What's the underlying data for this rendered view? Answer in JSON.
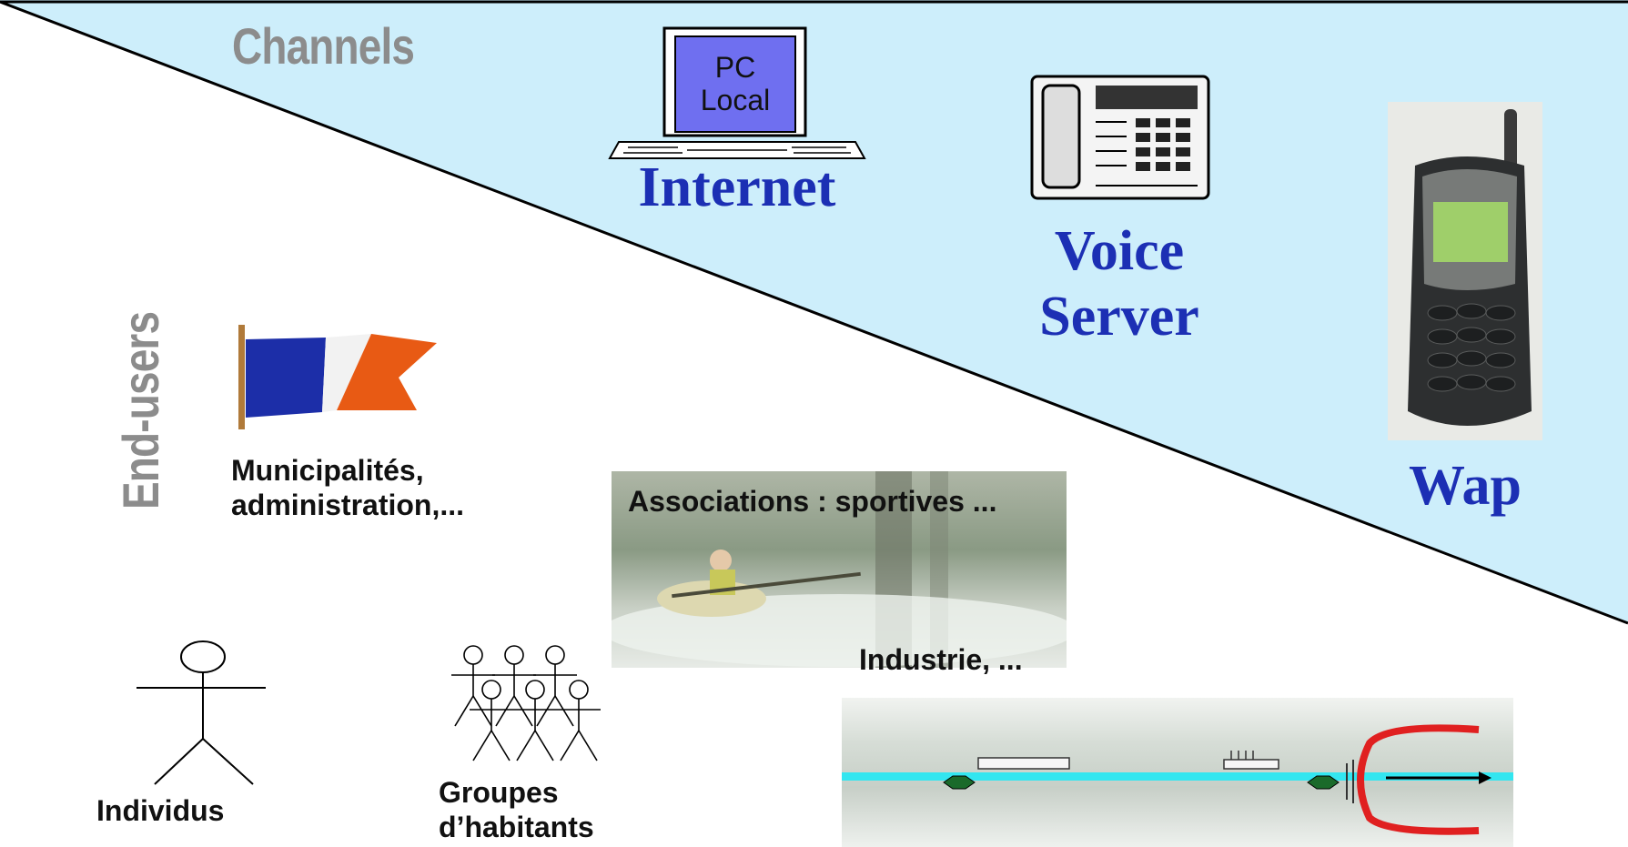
{
  "headings": {
    "channels": "Channels",
    "end_users": "End-users"
  },
  "channels": {
    "internet": {
      "label": "Internet",
      "screen_lines": [
        "PC",
        "Local"
      ]
    },
    "voice": {
      "label_lines": [
        "Voice",
        "Server"
      ]
    },
    "wap": {
      "label": "Wap"
    }
  },
  "end_users": {
    "municipal": {
      "lines": [
        "Municipalités,",
        "administration,..."
      ]
    },
    "associations": {
      "label": "Associations : sportives ..."
    },
    "industrie": {
      "label": "Industrie, ..."
    },
    "individus": {
      "label": "Individus"
    },
    "groupes": {
      "lines": [
        "Groupes",
        "d’habitants"
      ]
    }
  },
  "colors": {
    "channels_band": "#cdeefb",
    "title_blue": "#1c2fb4",
    "heading_gray": "#8c8c8c",
    "screen_purple": "#6f6ff0",
    "river_cyan": "#33e6f0",
    "barrier_red": "#e02020",
    "buoy_green": "#1a6a2a"
  }
}
